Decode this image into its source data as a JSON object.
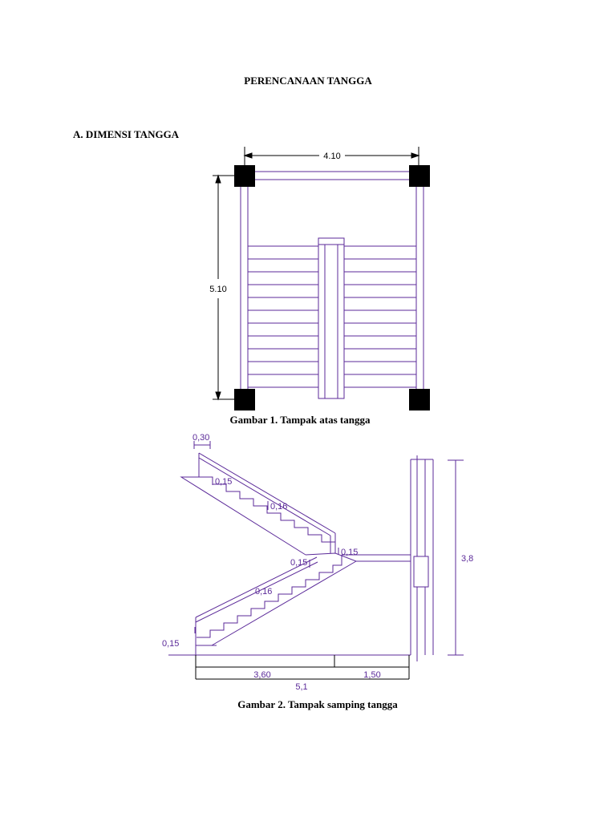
{
  "document": {
    "title": "PERENCANAAN TANGGA",
    "section": "A.  DIMENSI TANGGA"
  },
  "figure1": {
    "caption": "Gambar 1. Tampak atas tangga",
    "dim_width": "4.10",
    "dim_length": "5.10"
  },
  "figure2": {
    "caption": "Gambar 2. Tampak samping tangga",
    "dim_top_tread": "0,30",
    "dim_upper_riser_a": "0,15",
    "dim_upper_riser_b": "0,16",
    "dim_landing": "0,15",
    "dim_lower_riser_a": "0,15",
    "dim_lower_riser_b": "0,16",
    "dim_bottom": "0,15",
    "dim_height": "3,8",
    "dim_span_a": "3,60",
    "dim_span_b": "1,50",
    "dim_total": "5,1"
  },
  "colors": {
    "line": "#5b2a99",
    "text": "#000000"
  }
}
